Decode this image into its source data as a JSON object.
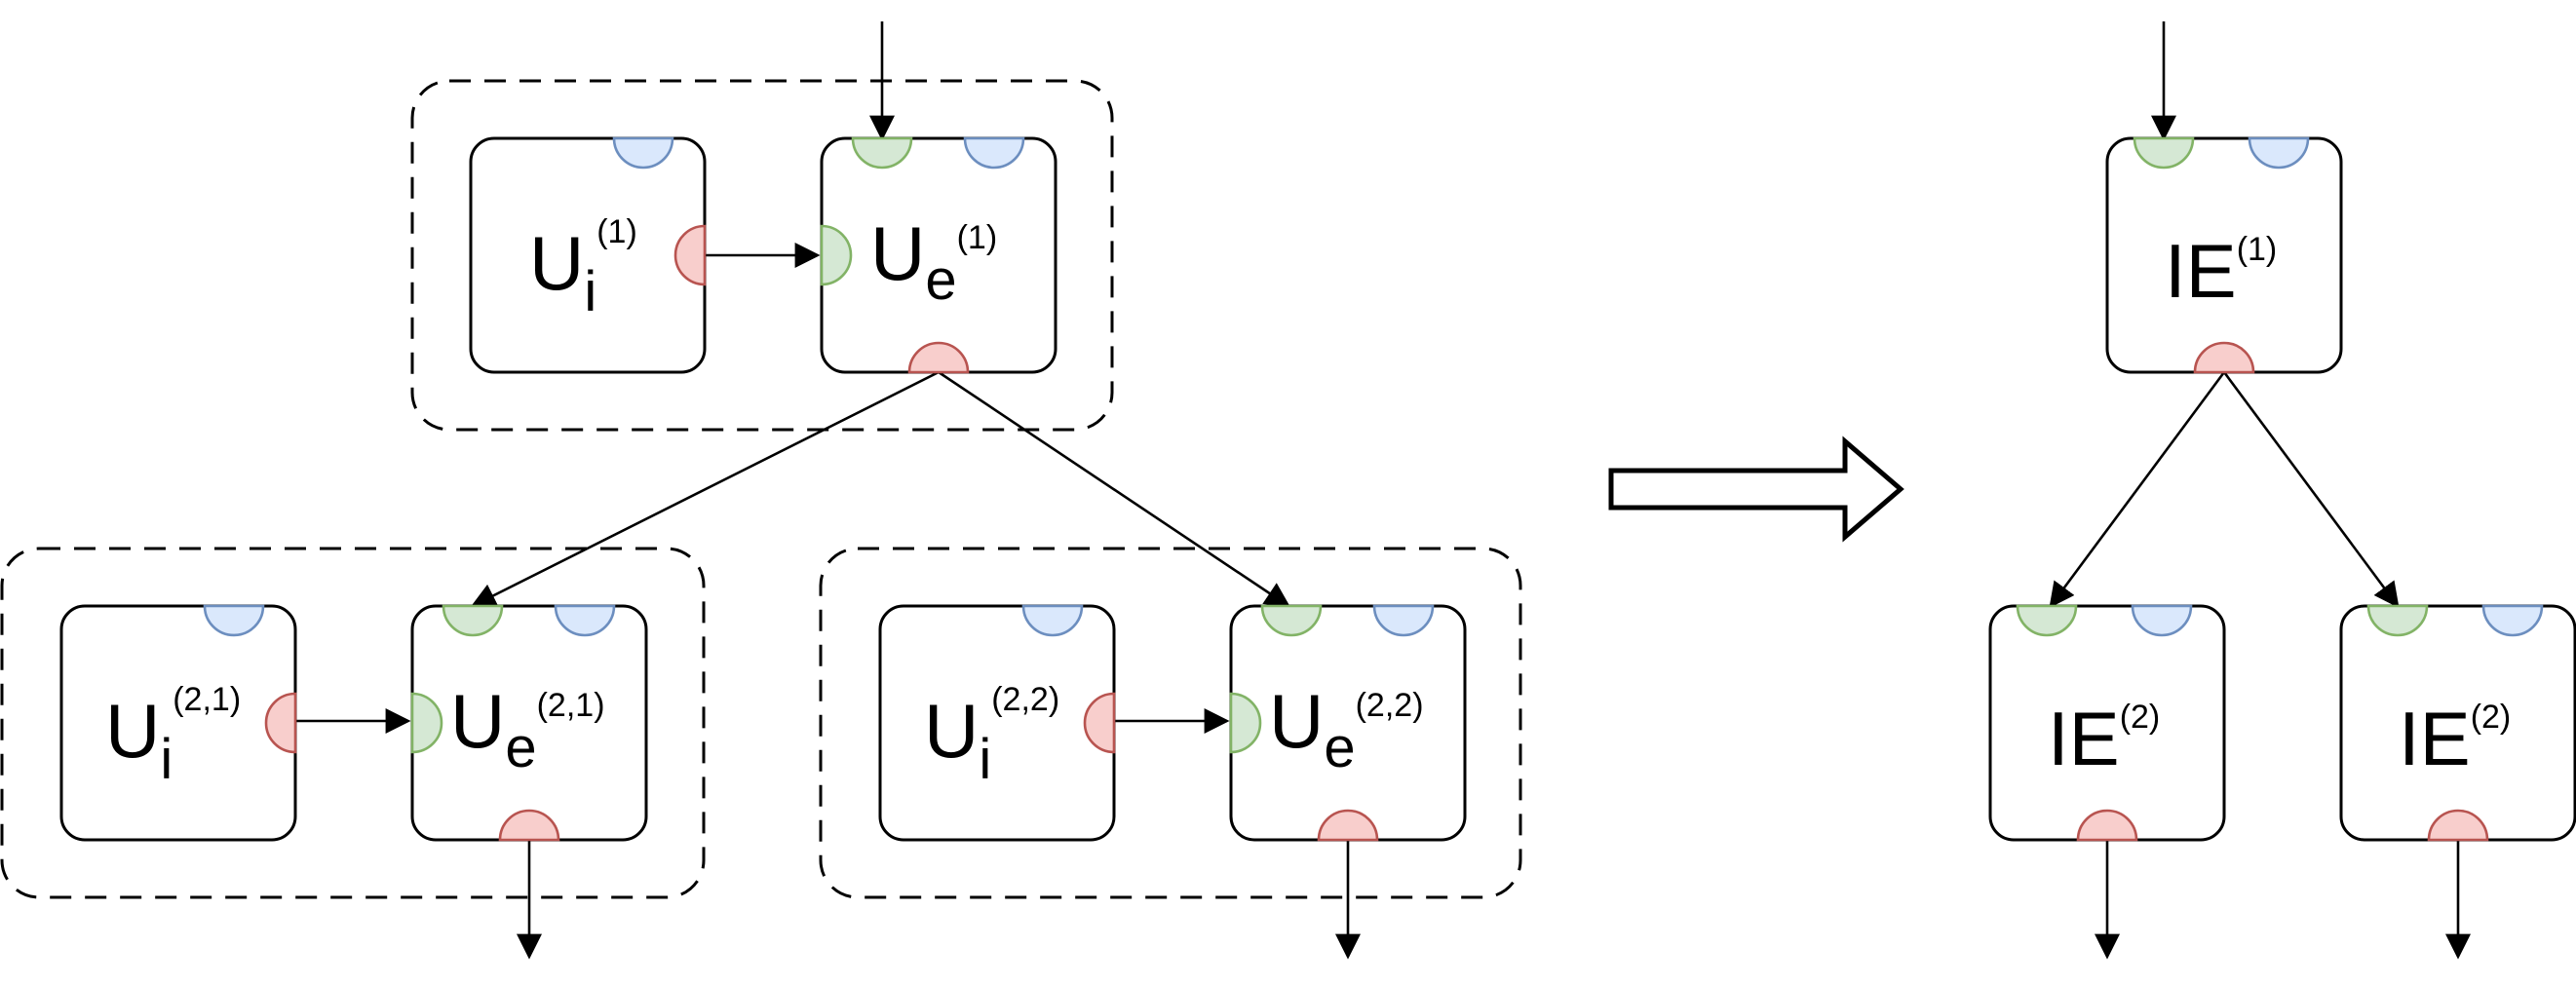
{
  "left": {
    "top_group": {
      "inner": {
        "main": "U",
        "sub": "i",
        "sup": "(1)"
      },
      "outer": {
        "main": "U",
        "sub": "e",
        "sup": "(1)"
      }
    },
    "group_a": {
      "inner": {
        "main": "U",
        "sub": "i",
        "sup": "(2,1)"
      },
      "outer": {
        "main": "U",
        "sub": "e",
        "sup": "(2,1)"
      }
    },
    "group_b": {
      "inner": {
        "main": "U",
        "sub": "i",
        "sup": "(2,2)"
      },
      "outer": {
        "main": "U",
        "sub": "e",
        "sup": "(2,2)"
      }
    }
  },
  "right": {
    "top_node": {
      "main": "IE",
      "sup": "(1)"
    },
    "child_a": {
      "main": "IE",
      "sup": "(2)"
    },
    "child_b": {
      "main": "IE",
      "sup": "(2)"
    }
  },
  "colors": {
    "port_blue_fill": "#dae8fc",
    "port_blue_stroke": "#6c8ebf",
    "port_green_fill": "#d5e8d4",
    "port_green_stroke": "#82b366",
    "port_red_fill": "#f8cecc",
    "port_red_stroke": "#b85450"
  }
}
